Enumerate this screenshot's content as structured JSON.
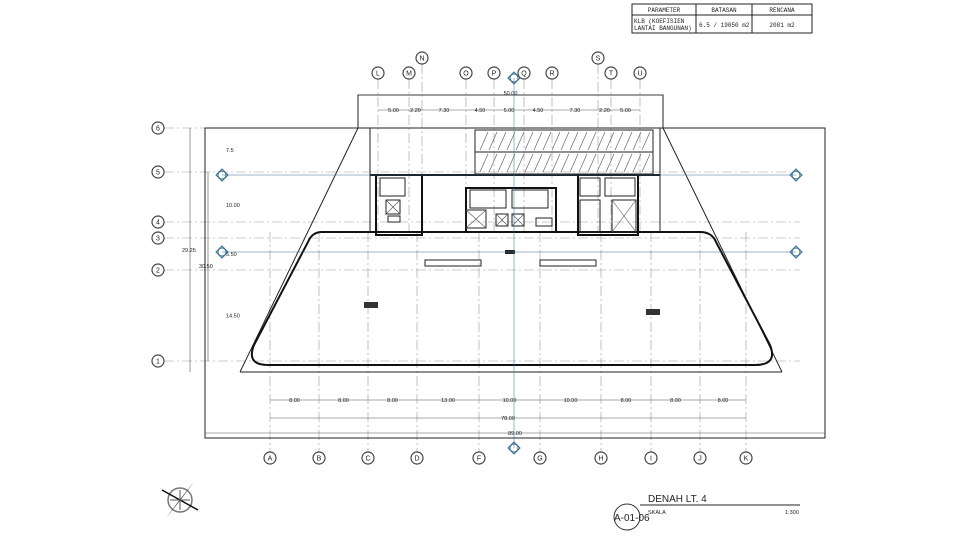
{
  "parameter_table": {
    "headers": [
      "PARAMETER",
      "BATASAN",
      "RENCANA"
    ],
    "row": {
      "parameter_line1": "KLB (KOEFISIEN",
      "parameter_line2": "LANTAI BANGUNAN)",
      "batasan": "6.5 / 19050 m2",
      "rencana": "2081 m2"
    }
  },
  "grid_columns_bottom": [
    "A",
    "B",
    "C",
    "D",
    "F",
    "G",
    "H",
    "I",
    "J",
    "K"
  ],
  "grid_columns_top": [
    "L",
    "M",
    "N",
    "O",
    "P",
    "Q",
    "R",
    "S",
    "T",
    "U"
  ],
  "grid_rows": [
    "6",
    "5",
    "4",
    "3",
    "2",
    "1"
  ],
  "dimensions": {
    "top_total": "50.00",
    "top_segments": [
      "5.00",
      "2.20",
      "7.30",
      "4.50",
      "5.00",
      "4.50",
      "7.30",
      "2.20",
      "5.00"
    ],
    "bottom_segments": [
      "8.00",
      "8.00",
      "8.00",
      "13.00",
      "10.00",
      "10.00",
      "8.00",
      "8.00",
      "8.00"
    ],
    "bottom_total_inner": "78.00",
    "bottom_total_outer": "89.00",
    "left_outer": "29.25",
    "left_inner": "30.50",
    "left_segments": [
      "7.5",
      "10.00",
      "5.50",
      "14.50"
    ]
  },
  "title_block": {
    "sheet_number": "A-01-06",
    "title": "DENAH LT. 4",
    "scale_label": "SKALA",
    "scale_value": "1:300"
  },
  "colors": {
    "line": "#222222",
    "marker": "#3a6e8f"
  },
  "icons": {
    "north_arrow": "compass-rose-icon",
    "view_marker": "elevation-marker-icon"
  }
}
